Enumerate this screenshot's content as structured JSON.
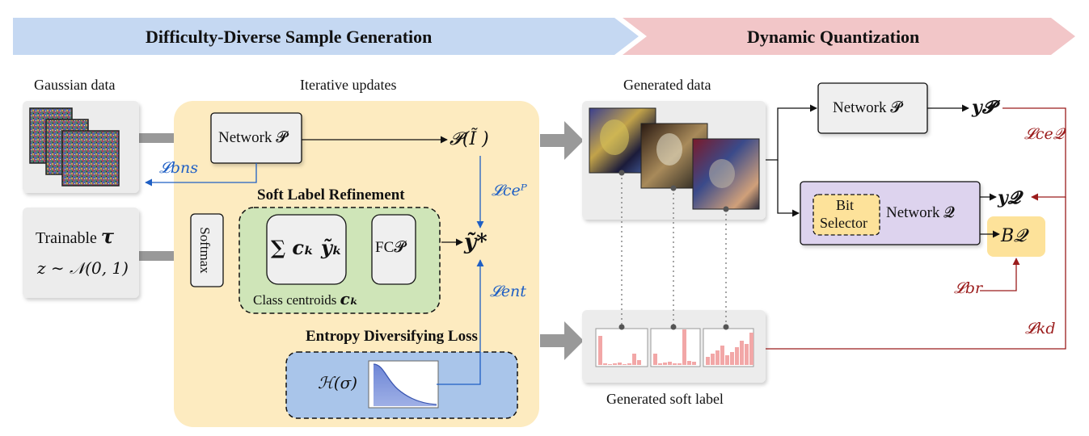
{
  "banner": {
    "left": "Difficulty-Diverse Sample Generation",
    "right": "Dynamic Quantization"
  },
  "labels": {
    "gaussian_data": "Gaussian data",
    "iterative_updates": "Iterative updates",
    "generated_data": "Generated data",
    "generated_soft_label": "Generated soft label",
    "soft_label_refinement": "Soft Label Refinement",
    "entropy_diversifying_loss": "Entropy Diversifying Loss",
    "class_centroids": "Class centroids",
    "softmax": "Softmax",
    "trainable": "Trainable",
    "bit_selector_line1": "Bit",
    "bit_selector_line2": "Selector"
  },
  "math": {
    "network_p_left": "Network 𝓟",
    "network_p_right": "Network 𝓟",
    "network_q": "Network 𝓠",
    "p_output": "𝓟(Ĩ )",
    "l_bns": "𝓛bns",
    "l_ce_p": "𝓛ceᴾ",
    "l_ent": "𝓛ent",
    "y_star": "ỹ*",
    "sum_ck_yk": "∑ cₖ ỹₖ",
    "fc_p": "FC𝓟",
    "c_k": "cₖ",
    "tau": "τ",
    "z_dist": "z ∼ 𝒩(0, 1)",
    "h_sigma": "ℋ(σ)",
    "y_p": "y𝓟",
    "y_q": "y𝓠",
    "b_q": "B𝓠",
    "l_ce_q": "𝓛ce𝓠",
    "l_br": "𝓛br",
    "l_kd": "𝓛kd"
  },
  "colors": {
    "banner_blue": "#c5d8f2",
    "banner_pink": "#f2c6c8",
    "yellow_panel": "#fdebc0",
    "green_box": "#cfe5b8",
    "blue_box": "#a9c5ea",
    "purple_box": "#ddd3ee",
    "orange_box": "#fde29a",
    "loss_blue": "#1f5fc4",
    "loss_red": "#9b1c1c",
    "soft_label_bar": "#f2a7a7"
  }
}
